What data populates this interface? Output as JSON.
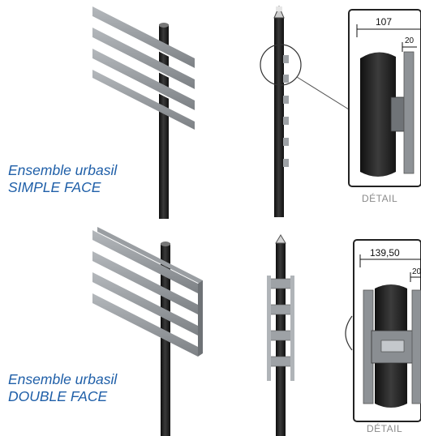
{
  "sections": [
    {
      "caption_line1": "Ensemble urbasil",
      "caption_line2": "SIMPLE FACE",
      "detail_label": "DÉTAIL",
      "dim_main": "107",
      "dim_small": "20"
    },
    {
      "caption_line1": "Ensemble urbasil",
      "caption_line2": "DOUBLE FACE",
      "detail_label": "DÉTAIL",
      "dim_main": "139,50",
      "dim_small": "20"
    }
  ],
  "colors": {
    "caption": "#1f5fa8",
    "post": "#1c1c1c",
    "slat": "#8e9296",
    "bracket": "#b8bcc0",
    "detail_border": "#222222"
  }
}
